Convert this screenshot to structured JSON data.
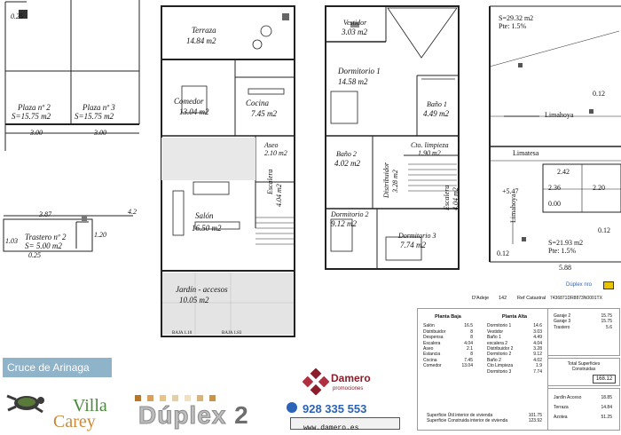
{
  "garage_plan": {
    "dim_top": "0.25",
    "plaza2_name": "Plaza nº 2",
    "plaza2_area": "S=15.75 m2",
    "plaza3_name": "Plaza nº 3",
    "plaza3_area": "S=15.75 m2",
    "dim_left": "3.00",
    "dim_right": "3.00",
    "dim_trastero_w": "3.87",
    "dim_trastero_edge": "4.2",
    "trastero_name": "Trastero nº 2",
    "trastero_area": "S= 5.00 m2",
    "dim_103": "1.03",
    "dim_120": "1.20",
    "dim_bottom": "0.25"
  },
  "ground_plan": {
    "terraza_name": "Terraza",
    "terraza_area": "14.84 m2",
    "comedor_name": "Comedor",
    "comedor_area": "13.04 m2",
    "cocina_name": "Cocina",
    "cocina_area": "7.45 m2",
    "aseo_name": "Aseo",
    "aseo_area": "2.10 m2",
    "salon_name": "Salón",
    "salon_area": "16.50 m2",
    "escalera_label": "Escalera",
    "escalera_area": "4.04 m2",
    "jardin_name": "Jardín - accesos",
    "jardin_area": "10.05 m2",
    "door_a": "BAJA 1.10",
    "door_b": "BAJA 1.83"
  },
  "upper_plan": {
    "vestidor_name": "Vestidor",
    "vestidor_area": "3.03 m2",
    "dorm1_name": "Dormitorio 1",
    "dorm1_area": "14.58 m2",
    "bano1_name": "Baño 1",
    "bano1_area": "4.49 m2",
    "cto_name": "Cto. limpieza",
    "cto_area": "1.90 m2",
    "bano2_name": "Baño 2",
    "bano2_area": "4.02 m2",
    "distribuidor_label": "Distribuidor",
    "distribuidor_area": "3.28 m2",
    "escalera_label": "Escalera",
    "escalera_area": "4.04 m2",
    "dorm2_name": "Dormitorio 2",
    "dorm2_area": "9.12 m2",
    "dorm3_name": "Dormitorio 3",
    "dorm3_area": "7.74 m2"
  },
  "roof_plan": {
    "area_top": "S=29.32 m2",
    "slope_top": "Pte: 1.5%",
    "dim_012_top": "0.12",
    "limahoya_1": "Limahoya",
    "limahoya_2": "Limahoya",
    "limatesa": "Limatesa",
    "level": "+5.47",
    "dim_242": "2.42",
    "dim_236": "2.36",
    "dim_000": "0.00",
    "dim_220": "2.20",
    "area_bottom": "S=21.93 m2",
    "slope_bottom": "Pte: 1.5%",
    "dim_012_left": "0.12",
    "dim_012_right": "0.12",
    "dim_588": "5.88"
  },
  "info": {
    "name_label": "Dúplex nro",
    "adeje_label": "D'Adeje",
    "adeje_value": "142",
    "catastral_label": "Ref Catastral",
    "catastral_value": "7436871DR8873N0001TX"
  },
  "planta_baja": {
    "title": "Planta Baja",
    "rows": [
      {
        "label": "Salón",
        "value": "16.5"
      },
      {
        "label": "Distribuidor",
        "value": "8"
      },
      {
        "label": "Despensa",
        "value": "8"
      },
      {
        "label": "Escalera",
        "value": "4.04"
      },
      {
        "label": "Aseo",
        "value": "2.1"
      },
      {
        "label": "Estancia",
        "value": "8"
      },
      {
        "label": "Cocina",
        "value": "7.45"
      },
      {
        "label": "Comedor",
        "value": "13.04"
      }
    ]
  },
  "planta_alta": {
    "title": "Planta Alta",
    "rows": [
      {
        "label": "Dormitorio 1",
        "value": "14.6"
      },
      {
        "label": "Vestidor",
        "value": "3.03"
      },
      {
        "label": "Baño 1",
        "value": "4.49"
      },
      {
        "label": "escalera 2",
        "value": "4.04"
      },
      {
        "label": "Distribuidor 2",
        "value": "3.28"
      },
      {
        "label": "Dormitorio 2",
        "value": "9.12"
      },
      {
        "label": "Baño 2",
        "value": "4.02"
      },
      {
        "label": "Cto Limpieza",
        "value": "1.9"
      },
      {
        "label": "Dormitorio 3",
        "value": "7.74"
      }
    ]
  },
  "garage_table": {
    "rows": [
      {
        "label": "Garaje 2",
        "value": "15.75"
      },
      {
        "label": "Garaje 3",
        "value": "15.75"
      },
      {
        "label": "Trastero",
        "value": "5.6"
      }
    ]
  },
  "totals": {
    "label_line1": "Total Superficies",
    "label_line2": "Construidas",
    "value": "168.12"
  },
  "exterior": {
    "rows": [
      {
        "label": "Jardín Acceso",
        "value": "18.85"
      },
      {
        "label": "Terraza",
        "value": "14.84"
      },
      {
        "label": "Azotea",
        "value": "51.25"
      }
    ]
  },
  "summary": {
    "util_label": "Superficie Útil interior de vivienda",
    "util_value": "101.75",
    "const_label": "Superficie Construida interior de vivienda",
    "const_value": "123.92"
  },
  "branding": {
    "cruce": "Cruce de Arinaga",
    "villa": "Villa",
    "carey": "Carey",
    "duplex": "Dúplex",
    "duplex_num": "2",
    "damero": "Damero",
    "promociones": "promociones",
    "phone": "928 335 553",
    "web": "www.damero.es"
  },
  "colors": {
    "cruce_bg": "#8fb3c9",
    "villa_green": "#4a8a3c",
    "carey_orange": "#c98a3a",
    "damero_red": "#8c1d2a",
    "phone_blue": "#2a63b8",
    "line": "#222222"
  }
}
